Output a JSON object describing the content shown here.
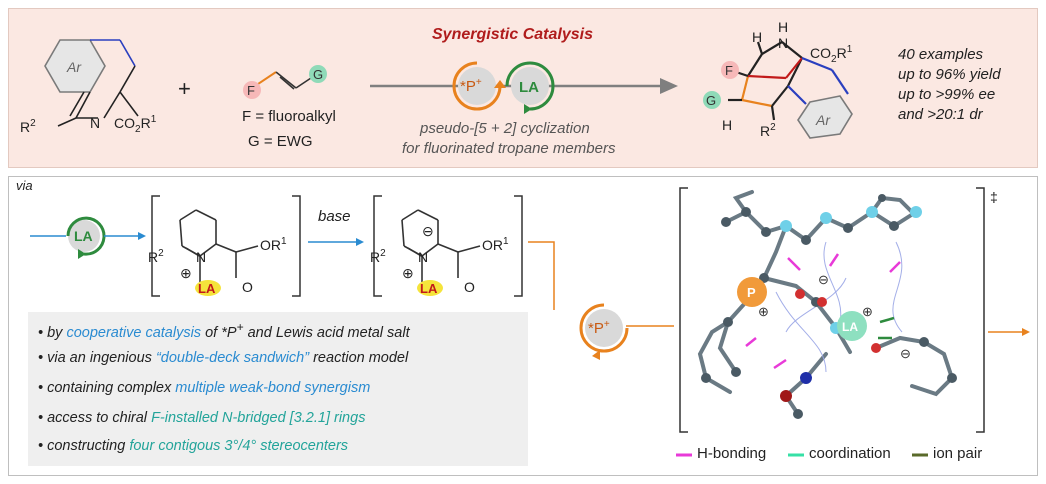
{
  "top": {
    "header": "Synergistic Catalysis",
    "sub1": "pseudo-[5 + 2] cyclization",
    "sub2": "for fluorinated tropane members",
    "plus": "+",
    "reactant1": {
      "ar": "Ar",
      "r2": "R",
      "r2sup": "2",
      "n": "N",
      "co2r": "CO",
      "co2sub": "2",
      "r1": "R",
      "r1sup": "1"
    },
    "reactant2": {
      "f": "F",
      "g": "G",
      "f_def": "F  = fluoroalkyl",
      "g_def": "G  = EWG"
    },
    "catalyst": {
      "p": "*P",
      "p_sup": "+",
      "la": "LA"
    },
    "product": {
      "h1": "H",
      "n": "N",
      "h2": "H",
      "co2r": "CO",
      "co2sub": "2",
      "r1": "R",
      "r1sup": "1",
      "f": "F",
      "g": "G",
      "h3": "H",
      "r2": "R",
      "r2sup": "2",
      "ar": "Ar"
    },
    "stats": [
      "40 examples",
      "up to 96% yield",
      "up to >99% ee",
      "and >20:1 dr"
    ]
  },
  "bottom": {
    "via": "via",
    "la": "LA",
    "base": "base",
    "int1": {
      "r2": "R",
      "r2sup": "2",
      "n": "N",
      "or1": "OR",
      "or1sup": "1",
      "plus": "⊕",
      "la": "LA",
      "o": "O"
    },
    "int2": {
      "minus": "⊖",
      "r2": "R",
      "r2sup": "2",
      "n": "N",
      "or1": "OR",
      "or1sup": "1",
      "plus": "⊕",
      "la": "LA",
      "o": "O"
    },
    "catalyst_p": "*P",
    "catalyst_p_sup": "+",
    "ts_dagger": "‡",
    "ts": {
      "p": "P",
      "plus1": "⊕",
      "minus1": "⊖",
      "plus2": "⊕",
      "la": "LA",
      "minus2": "⊖"
    },
    "bullets": [
      {
        "pre": "• by ",
        "hl": "cooperative catalysis",
        "post": " of *P",
        "sup": "+",
        "post2": " and Lewis acid metal salt"
      },
      {
        "pre": "• via an ingenious ",
        "hl": "“double-deck sandwich”",
        "post": " reaction model",
        "sup": "",
        "post2": ""
      },
      {
        "pre": "• containing complex ",
        "hl": "multiple weak-bond synergism",
        "post": "",
        "sup": "",
        "post2": ""
      },
      {
        "pre": "• access to chiral ",
        "hl": "F-installed N-bridged [3.2.1] rings",
        "post": "",
        "sup": "",
        "post2": ""
      },
      {
        "pre": "• constructing ",
        "hl": "four contigous 3°/4° stereocenters",
        "post": "",
        "sup": "",
        "post2": ""
      }
    ],
    "legend": [
      {
        "label": "H-bonding",
        "color": "#e83ad8"
      },
      {
        "label": "coordination",
        "color": "#36e0a6"
      },
      {
        "label": "ion pair",
        "color": "#5a6a2a"
      }
    ]
  },
  "colors": {
    "red": "#b01c1c",
    "blue": "#2a8bd1",
    "teal": "#23a49a",
    "orange": "#e8821e",
    "green": "#2e8b3e"
  }
}
